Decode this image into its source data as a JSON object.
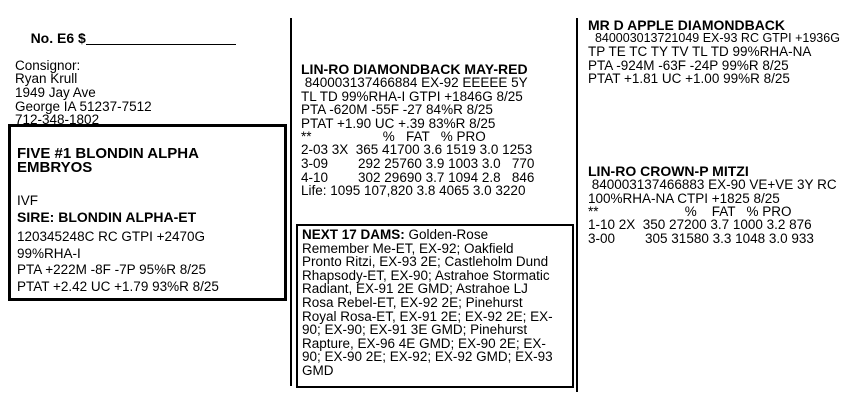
{
  "lot": {
    "number": "No. E6",
    "currency": "$",
    "consignor_label": "Consignor:",
    "consignor_lines": [
      "Ryan Krull",
      "1949 Jay Ave",
      "George IA 51237-7512",
      "712-348-1802"
    ]
  },
  "offer": {
    "title_lines": [
      "FIVE #1 BLONDIN ALPHA",
      "EMBRYOS"
    ],
    "ivf": "IVF",
    "sire_label": "SIRE:",
    "sire_name": "BLONDIN ALPHA-ET",
    "sire_lines": [
      "120345248C RC GTPI +2470G",
      "99%RHA-I",
      "PTA +222M -8F -7P 95%R 8/25",
      "PTAT +2.42 UC +1.79 93%R 8/25"
    ]
  },
  "dam": {
    "name": "LIN-RO DIAMONDBACK MAY-RED",
    "lines": [
      " 840003137466884 EX-92 EEEEE 5Y",
      "TL TD 99%RHA-I GTPI +1846G 8/25",
      "PTA -620M -55F -27 84%R 8/25",
      "PTAT +1.90 UC +.39 83%R 8/25"
    ],
    "table_header": "**                   %   FAT   % PRO",
    "records": [
      "2-03 3X  365 41700 3.6 1519 3.0 1253",
      "3-09        292 25760 3.9 1003 3.0   770",
      "4-10        302 29690 3.7 1094 2.8   846",
      "Life: 1095 107,820 3.8 4065 3.0 3220"
    ]
  },
  "next_dams": {
    "label": "NEXT 17 DAMS:",
    "lines": [
      " Golden-Rose",
      "Remember Me-ET, EX-92; Oakfield",
      "Pronto Ritzi, EX-93 2E; Castleholm Dund",
      "Rhapsody-ET, EX-90; Astrahoe Stormatic",
      "Radiant, EX-91 2E GMD; Astrahoe LJ",
      "Rosa Rebel-ET, EX-92 2E; Pinehurst",
      "Royal Rosa-ET, EX-91 2E; EX-92 2E; EX-",
      "90; EX-90; EX-91 3E GMD; Pinehurst",
      "Rapture, EX-96 4E GMD; EX-90 2E; EX-",
      "90; EX-90 2E; EX-92; EX-92 GMD; EX-93",
      "GMD"
    ]
  },
  "grandsire": {
    "name": "MR D APPLE DIAMONDBACK",
    "lines": [
      "  840003013721049 EX-93 RC GTPI +1936G",
      "TP TE TC TY TV TL TD 99%RHA-NA",
      "PTA -924M -63F -24P 99%R 8/25",
      "PTAT +1.81 UC +1.00 99%R 8/25"
    ]
  },
  "granddam": {
    "name": "LIN-RO CROWN-P MITZI",
    "lines": [
      " 840003137466883 EX-90 VE+VE 3Y RC",
      "100%RHA-NA CTPI +1825 8/25"
    ],
    "table_header": "**                       %    FAT   % PRO",
    "records": [
      "1-10 2X  350 27200 3.7 1000 3.2 876",
      "3-00        305 31580 3.3 1048 3.0 933"
    ]
  }
}
